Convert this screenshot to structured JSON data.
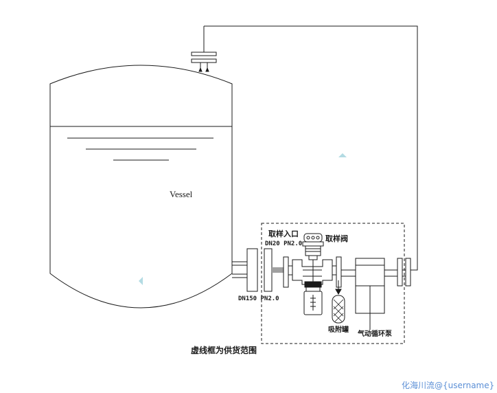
{
  "labels": {
    "vessel": "Vessel",
    "sampling_inlet": "取样入口",
    "sampling_inlet_spec": "DN20 PN2.0",
    "sampling_valve": "取样阀",
    "vessel_nozzle_spec": "DN150 PN2.0",
    "adsorption_tank": "吸附罐",
    "pneumatic_pump": "气动循环泵",
    "scope_note": "虚线框为供货范围",
    "watermark": "化海川流@{username}"
  },
  "colors": {
    "line": "#1a1a1a",
    "connector": "#a0a0a0",
    "marker": "#b3dbe3",
    "watermark": "#5b8fd6",
    "fill": "#ffffff"
  }
}
